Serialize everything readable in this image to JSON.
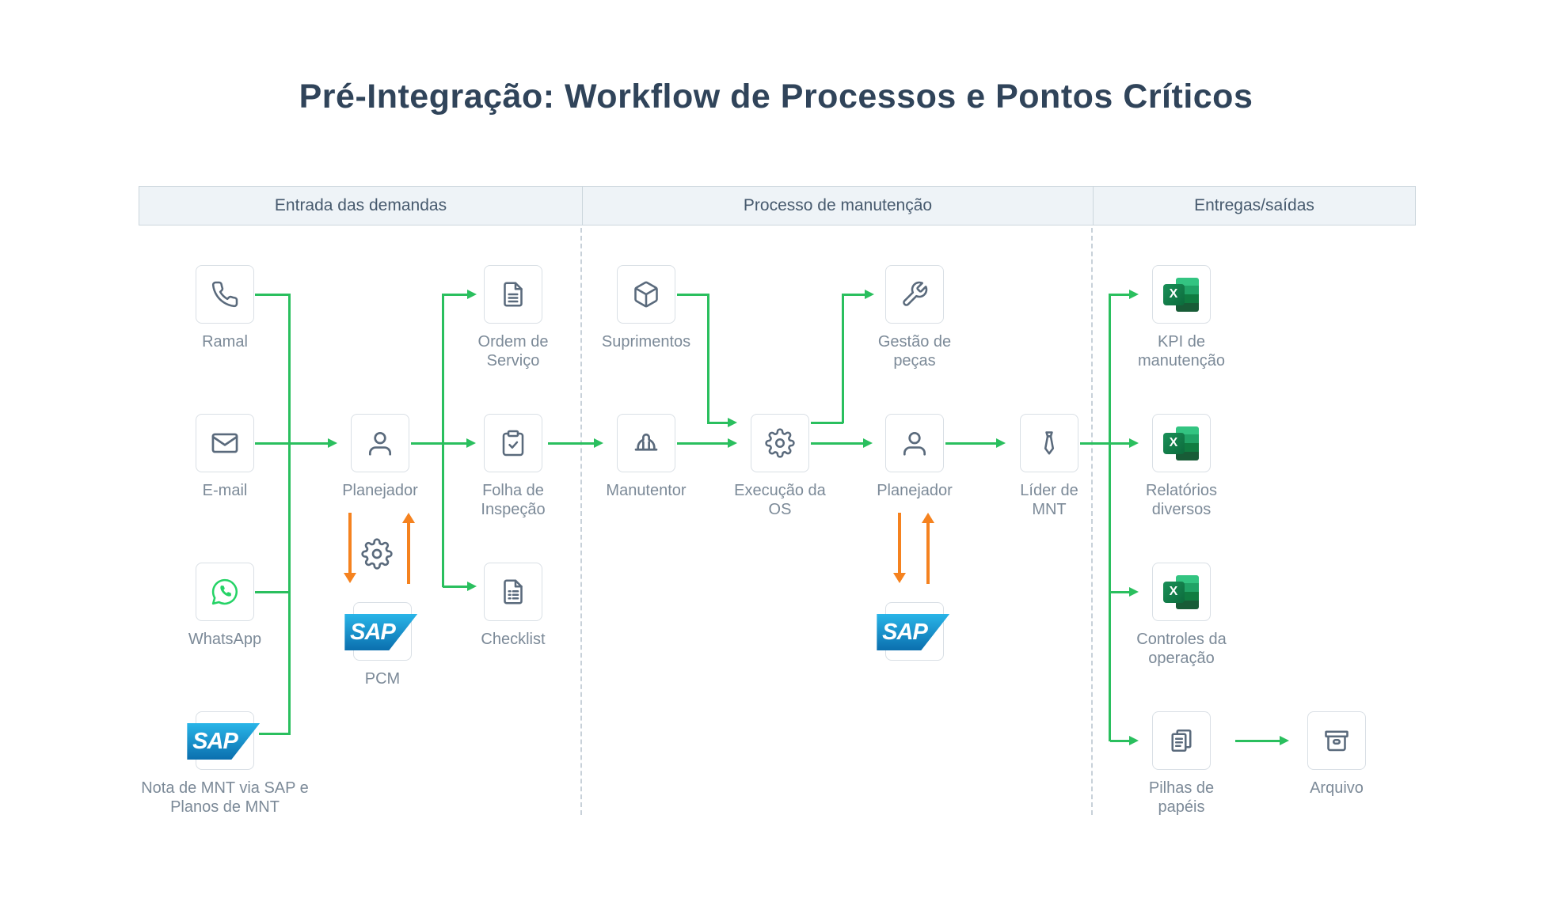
{
  "title": "Pré-Integração: Workflow de Processos e Pontos Críticos",
  "lanes": [
    {
      "label": "Entrada das demandas"
    },
    {
      "label": "Processo de manutenção"
    },
    {
      "label": "Entregas/saídas"
    }
  ],
  "sap_logo_text": "SAP",
  "excel_logo_text": "X",
  "nodes": {
    "ramal": {
      "label": "Ramal",
      "icon": "phone"
    },
    "email": {
      "label": "E-mail",
      "icon": "envelope"
    },
    "whatsapp": {
      "label": "WhatsApp",
      "icon": "whatsapp"
    },
    "sap_nota": {
      "label": "Nota de MNT via SAP e Planos de MNT",
      "icon": "sap-logo"
    },
    "planejador1": {
      "label": "Planejador",
      "icon": "person"
    },
    "ordem": {
      "label": "Ordem de Serviço",
      "icon": "document"
    },
    "folha": {
      "label": "Folha de Inspeção",
      "icon": "clipboard-check"
    },
    "checklist": {
      "label": "Checklist",
      "icon": "checklist-document"
    },
    "pcm": {
      "label": "PCM",
      "icon": "sap-logo"
    },
    "suprimentos": {
      "label": "Suprimentos",
      "icon": "package"
    },
    "manutentor": {
      "label": "Manutentor",
      "icon": "hard-hat"
    },
    "execucao": {
      "label": "Execução da OS",
      "icon": "gear"
    },
    "gestao": {
      "label": "Gestão de peças",
      "icon": "wrench"
    },
    "planejador2": {
      "label": "Planejador",
      "icon": "person"
    },
    "sap2": {
      "label": "",
      "icon": "sap-logo"
    },
    "lider": {
      "label": "Líder de MNT",
      "icon": "tie"
    },
    "kpi": {
      "label": "KPI de manutenção",
      "icon": "excel"
    },
    "relatorios": {
      "label": "Relatórios diversos",
      "icon": "excel"
    },
    "controles": {
      "label": "Controles da operação",
      "icon": "excel"
    },
    "pilhas": {
      "label": "Pilhas de papéis",
      "icon": "stacked-papers"
    },
    "arquivo": {
      "label": "Arquivo",
      "icon": "archive-box"
    }
  },
  "colors": {
    "flow_green": "#2abf5e",
    "sync_orange": "#f5821f",
    "sap_blue_top": "#29b5e8",
    "sap_blue_bottom": "#0b6fae",
    "whatsapp_green": "#25d366",
    "excel_band1": "#33c481",
    "excel_band2": "#21a366",
    "excel_band3": "#107c41",
    "excel_band4": "#185c37",
    "excel_x_light": "#1a9058",
    "excel_x_dark": "#0c6b3c",
    "icon_slate": "#5a6a7c",
    "label_gray": "#7c8a98",
    "title_navy": "#30445a",
    "lane_bg": "#eef3f7",
    "lane_border": "#ccd6dd",
    "lane_text": "#475a6e",
    "box_border": "#d9dfe5",
    "divider_gray": "#c8d1d9"
  }
}
